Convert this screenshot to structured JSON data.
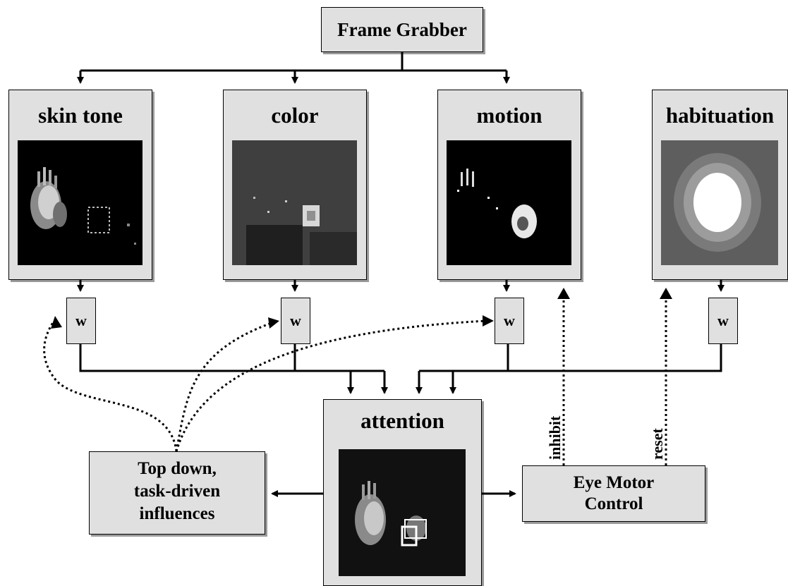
{
  "frame_grabber": {
    "label": "Frame Grabber"
  },
  "feature_maps": [
    {
      "id": "skin",
      "label": "skin tone"
    },
    {
      "id": "color",
      "label": "color"
    },
    {
      "id": "motion",
      "label": "motion"
    },
    {
      "id": "habituation",
      "label": "habituation"
    }
  ],
  "weight_label": "w",
  "attention": {
    "label": "attention"
  },
  "top_down": {
    "line1": "Top down,",
    "line2": "task-driven",
    "line3": "influences"
  },
  "eye_motor": {
    "line1": "Eye Motor",
    "line2": "Control"
  },
  "signals": {
    "inhibit": "inhibit",
    "reset": "reset"
  }
}
